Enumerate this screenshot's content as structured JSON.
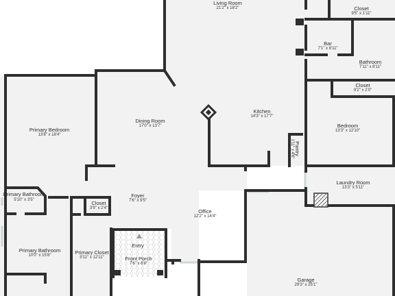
{
  "rooms": [
    {
      "id": "living",
      "name": "Living Room",
      "dims": "21'2\" x 18'2\""
    },
    {
      "id": "closet_top",
      "name": "Closet",
      "dims": "9'5\" x 1'11\""
    },
    {
      "id": "bar",
      "name": "Bar",
      "dims": "7'1\" x 8'11\""
    },
    {
      "id": "bath_right",
      "name": "Bathroom",
      "dims": "7'11\" x 8'11\""
    },
    {
      "id": "closet_mid",
      "name": "Closet",
      "dims": "9'2\" x 2'0\""
    },
    {
      "id": "primary_bed",
      "name": "Primary Bedroom",
      "dims": "13'8\" x 18'4\""
    },
    {
      "id": "dining",
      "name": "Dining Room",
      "dims": "17'0\" x 13'7\""
    },
    {
      "id": "kitchen",
      "name": "Kitchen",
      "dims": "14'3\" x 17'7\""
    },
    {
      "id": "bedroom",
      "name": "Bedroom",
      "dims": "13'3\" x 12'10\""
    },
    {
      "id": "pantry",
      "name": "Pantry",
      "dims": "1'11\" x 4'6\""
    },
    {
      "id": "laundry",
      "name": "Laundry Room",
      "dims": "13'3\" x 5'11\""
    },
    {
      "id": "primary_bath_small",
      "name": "Primary Bathroom",
      "dims": "5'10\" x 3'5\""
    },
    {
      "id": "closet_foyer",
      "name": "Closet",
      "dims": "3'9\" x 2'4\""
    },
    {
      "id": "foyer",
      "name": "Foyer",
      "dims": "7'6\" x 9'5\""
    },
    {
      "id": "office",
      "name": "Office",
      "dims": "12'2\" x 14'4\""
    },
    {
      "id": "primary_bath",
      "name": "Primary Bathroom",
      "dims": "10'0\" x 15'8\""
    },
    {
      "id": "primary_closet",
      "name": "Primary Closet",
      "dims": "5'11\" x 12'11\""
    },
    {
      "id": "entry",
      "name": "Entry",
      "dims": ""
    },
    {
      "id": "front_porch",
      "name": "Front Porch",
      "dims": "7'6\" x 6'8\""
    },
    {
      "id": "garage",
      "name": "Garage",
      "dims": "29'3\" x 25'1\""
    }
  ],
  "colors": {
    "wall": "#2e2e2e",
    "floor": "#f2f2f2",
    "porch": "#e9e9e9",
    "window": "#cfd6d6"
  }
}
